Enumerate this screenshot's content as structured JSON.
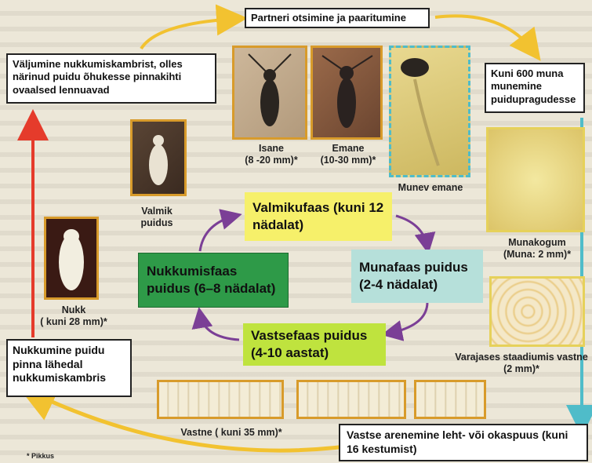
{
  "boxes": {
    "mating": "Partneri otsimine ja paaritumine",
    "exit": "Väljumine nukkumiskambrist, olles närinud puidu õhukesse pinnakihti ovaalsed lennuavad",
    "eggs_laying": "Kuni 600 muna munemine puidupragudesse",
    "pupation": "Nukkumine puidu pinna lähedal nukkumiskambris",
    "larva_dev": "Vastse arenemine leht- või okaspuus (kuni 16 kestumist)"
  },
  "phases": {
    "adult": "Valmikufaas (kuni 12 nädalat)",
    "egg": "Munafaas puidus (2-4 nädalat)",
    "pupa": "Nukkumisfaas puidus (6–8 nädalat)",
    "larva": "Vastsefaas puidus (4-10 aastat)"
  },
  "captions": {
    "male": "Isane\n(8 -20 mm)*",
    "female": "Emane\n(10-30 mm)*",
    "egg_laying_female": "Munev emane",
    "adult_in_wood": "Valmik\npuidus",
    "pupa": "Nukk\n( kuni 28 mm)*",
    "egg_cluster": "Munakogum\n(Muna: 2 mm)*",
    "early_larva": "Varajases staadiumis vastne\n(2 mm)*",
    "larva": "Vastne ( kuni 35 mm)*",
    "footnote": "* Pikkus"
  },
  "colors": {
    "phase_adult": "#f6f06a",
    "phase_egg": "#b6e0da",
    "phase_pupa": "#2e9a48",
    "phase_larva": "#bfe33e",
    "cycle_arrow": "#7b3f96",
    "arrow_yellow": "#f2c230",
    "arrow_red": "#e53b2b",
    "arrow_teal": "#4fbcc9"
  }
}
